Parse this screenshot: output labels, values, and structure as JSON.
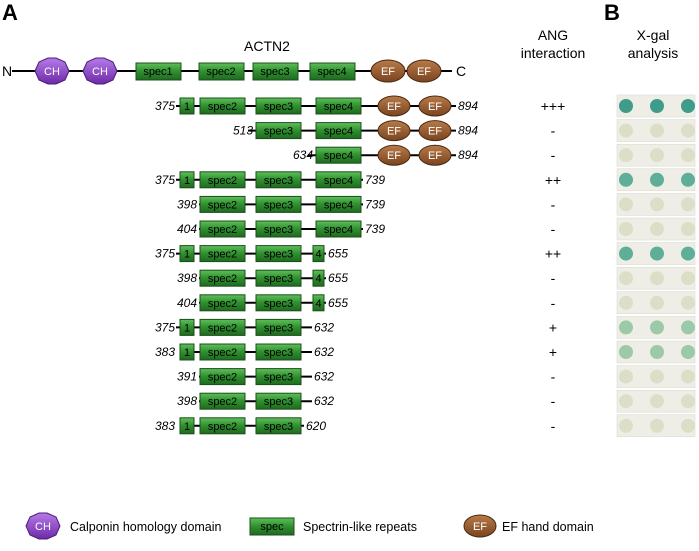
{
  "panels": {
    "a": "A",
    "b": "B"
  },
  "protein_name": "ACTN2",
  "termini": {
    "n": "N",
    "c": "C"
  },
  "interaction_header": [
    "ANG",
    "interaction"
  ],
  "xgal_header": [
    "X-gal",
    "analysis"
  ],
  "domain_labels": {
    "ch": "CH",
    "ef": "EF",
    "spec": "spec"
  },
  "full_length": [
    "CH",
    "CH",
    "spec1",
    "spec2",
    "spec3",
    "spec4",
    "EF",
    "EF"
  ],
  "constructs": [
    {
      "start": "375",
      "end": "894",
      "domains": [
        "1",
        "spec2",
        "spec3",
        "spec4",
        "EF",
        "EF"
      ],
      "interaction": "+++",
      "xgal": "strong"
    },
    {
      "start": "513",
      "end": "894",
      "domains": [
        "spec3",
        "spec4",
        "EF",
        "EF"
      ],
      "interaction": "-",
      "xgal": "none"
    },
    {
      "start": "634",
      "end": "894",
      "domains": [
        "spec4",
        "EF",
        "EF"
      ],
      "interaction": "-",
      "xgal": "none"
    },
    {
      "start": "375",
      "end": "739",
      "domains": [
        "1",
        "spec2",
        "spec3",
        "spec4"
      ],
      "interaction": "++",
      "xgal": "medium"
    },
    {
      "start": "398",
      "end": "739",
      "domains": [
        "spec2",
        "spec3",
        "spec4"
      ],
      "interaction": "-",
      "xgal": "none"
    },
    {
      "start": "404",
      "end": "739",
      "domains": [
        "spec2",
        "spec3",
        "spec4"
      ],
      "interaction": "-",
      "xgal": "none"
    },
    {
      "start": "375",
      "end": "655",
      "domains": [
        "1",
        "spec2",
        "spec3",
        "4"
      ],
      "interaction": "++",
      "xgal": "medium"
    },
    {
      "start": "398",
      "end": "655",
      "domains": [
        "spec2",
        "spec3",
        "4"
      ],
      "interaction": "-",
      "xgal": "none"
    },
    {
      "start": "404",
      "end": "655",
      "domains": [
        "spec2",
        "spec3",
        "4"
      ],
      "interaction": "-",
      "xgal": "none"
    },
    {
      "start": "375",
      "end": "632",
      "domains": [
        "1",
        "spec2",
        "spec3"
      ],
      "interaction": "+",
      "xgal": "weak"
    },
    {
      "start": "383",
      "end": "632",
      "domains": [
        "1",
        "spec2",
        "spec3"
      ],
      "interaction": "+",
      "xgal": "weak"
    },
    {
      "start": "391",
      "end": "632",
      "domains": [
        "spec2",
        "spec3"
      ],
      "interaction": "-",
      "xgal": "none"
    },
    {
      "start": "398",
      "end": "632",
      "domains": [
        "spec2",
        "spec3"
      ],
      "interaction": "-",
      "xgal": "none"
    },
    {
      "start": "383",
      "end": "620",
      "domains": [
        "1",
        "spec2",
        "spec3"
      ],
      "interaction": "-",
      "xgal": "none"
    }
  ],
  "legend": [
    {
      "icon": "CH",
      "label": "Calponin homology domain"
    },
    {
      "icon": "spec",
      "label": "Spectrin-like repeats"
    },
    {
      "icon": "EF",
      "label": "EF hand domain"
    }
  ],
  "colors": {
    "ch_fill": "#8a3fc7",
    "ch_stroke": "#4b1d7a",
    "spec_fill": "#2e8b2e",
    "spec_stroke": "#1a4f1a",
    "ef_fill": "#9a5a2a",
    "ef_stroke": "#4a2810",
    "xgal_bg": "#eeeee6",
    "spot_strong": "#3f9c8a",
    "spot_medium": "#5fae98",
    "spot_weak": "#9cc9a8",
    "spot_none": "#dcdfc8"
  }
}
